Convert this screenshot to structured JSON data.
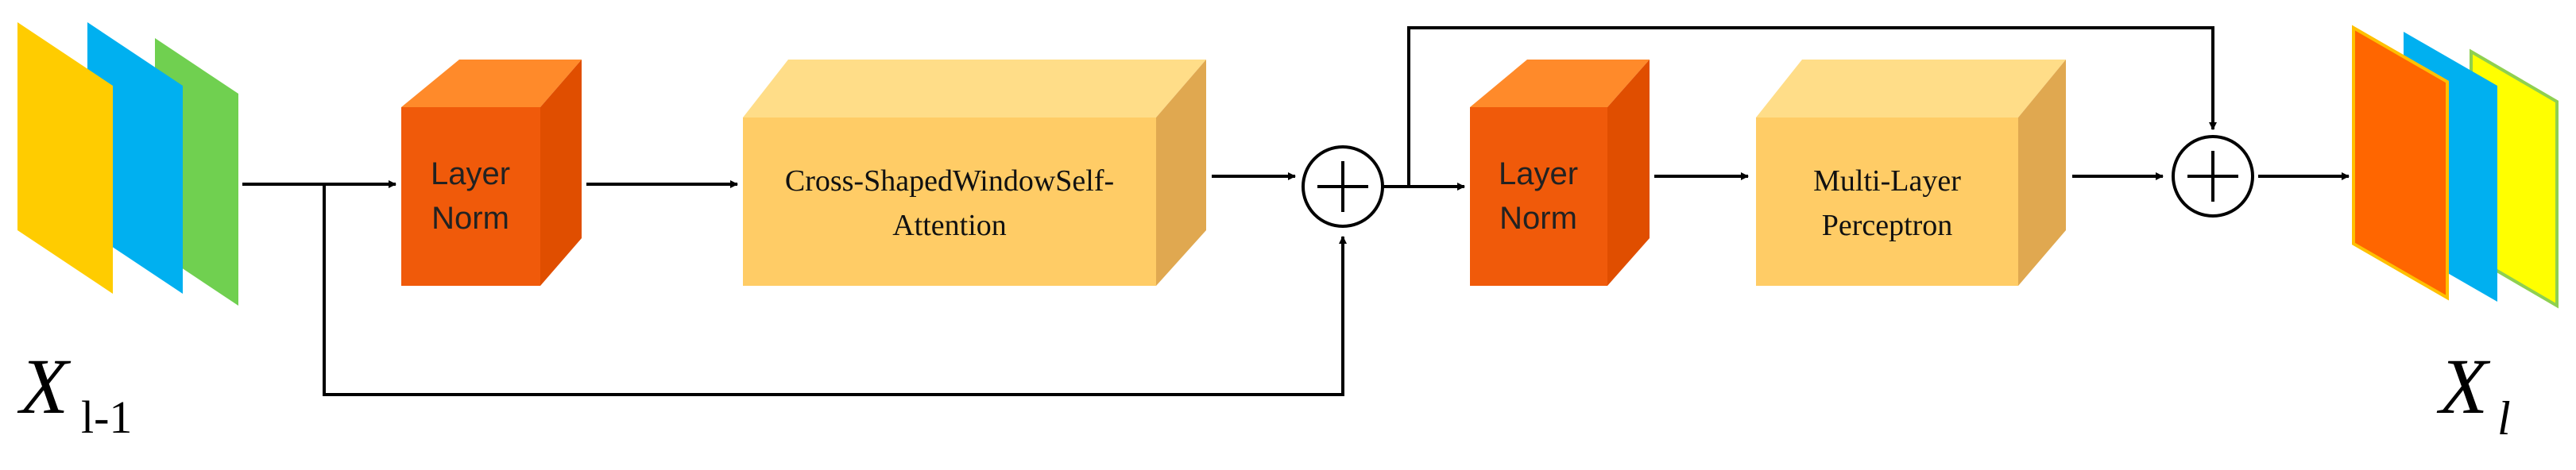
{
  "input": {
    "label_main": "X",
    "label_sub": "l-1",
    "colors": [
      "#FFCC00",
      "#00B0F0",
      "#70D050"
    ]
  },
  "output": {
    "label_main": "X",
    "label_sub": "l",
    "colors": [
      "#FF6600",
      "#00B0F0",
      "#FFFF00"
    ]
  },
  "blocks": {
    "layer_norm_1": {
      "line1": "Layer",
      "line2": "Norm",
      "color": "#F05A0A"
    },
    "attention": {
      "line1": "Cross-ShapedWindowSelf-",
      "line2": "Attention",
      "color": "#FFCC66"
    },
    "layer_norm_2": {
      "line1": "Layer",
      "line2": "Norm",
      "color": "#F05A0A"
    },
    "mlp": {
      "line1": "Multi-Layer",
      "line2": "Perceptron",
      "color": "#FFCC66"
    }
  },
  "operators": {
    "add_1": "+",
    "add_2": "+"
  }
}
